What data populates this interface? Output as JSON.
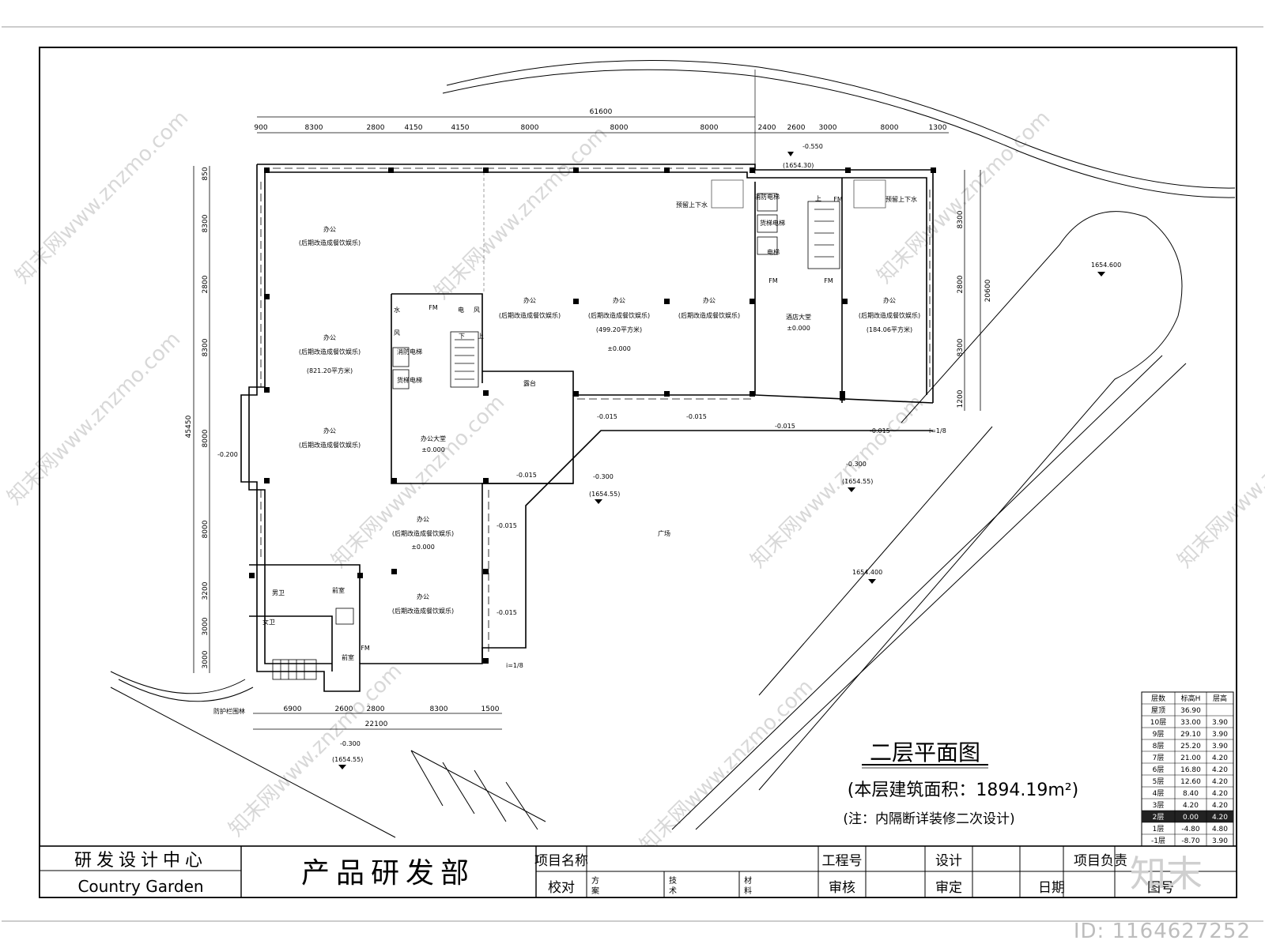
{
  "drawing": {
    "title": "二层平面图",
    "area_note": "(本层建筑面积：1894.19m²)",
    "partition_note": "(注：内隔断详装修二次设计)",
    "id_text": "ID: 1164627252",
    "logo": "知末",
    "watermark": "知末网www.znzmo.com"
  },
  "dimensions": {
    "top_total": "61600",
    "top_segments": [
      "900",
      "8300",
      "2800",
      "4150",
      "4150",
      "8000",
      "8000",
      "8000",
      "2400",
      "2600",
      "3000",
      "8000",
      "1300"
    ],
    "left_total": "45450",
    "left_segments": [
      "850",
      "8300",
      "2800",
      "8300",
      "8000",
      "8000",
      "3200",
      "3000",
      "3000"
    ],
    "right_total": "20600",
    "right_segments": [
      "8300",
      "2800",
      "8300",
      "1200"
    ],
    "bottom_total": "22100",
    "bottom_segments": [
      "6900",
      "2600",
      "2800",
      "8300",
      "1500"
    ]
  },
  "rooms": {
    "office": "办公",
    "future_use": "(后期改造成餐饮娱乐)",
    "area_821": "(821.20平方米)",
    "area_499": "(499.20平方米)",
    "area_184": "(184.06平方米)",
    "office_lobby": "办公大堂",
    "hotel_lobby": "酒店大堂",
    "plaza": "广场",
    "terrace": "露台",
    "mens_wc": "男卫",
    "womens_wc": "女卫",
    "front_room": "前室",
    "fire_elevator": "消防电梯",
    "freight_elevator": "货梯电梯",
    "elevator": "电梯",
    "water": "水",
    "power": "电",
    "wind": "风",
    "fm": "FM",
    "drain": "预留上下水",
    "railing": "防护栏围林",
    "up": "上",
    "down": "下"
  },
  "levels": {
    "zero": "±0.000",
    "m0015": "-0.015",
    "m0300": "-0.300",
    "m0200": "-0.200",
    "m0550": "-0.550",
    "e165430": "(1654.30)",
    "e165455": "(1654.55)",
    "e1654600": "1654.600",
    "e1654400": "1654.400",
    "slope": "i=1/8"
  },
  "level_table": {
    "headers": [
      "层数",
      "标高H",
      "层高"
    ],
    "rows": [
      [
        "屋顶",
        "36.90",
        ""
      ],
      [
        "10层",
        "33.00",
        "3.90"
      ],
      [
        "9层",
        "29.10",
        "3.90"
      ],
      [
        "8层",
        "25.20",
        "3.90"
      ],
      [
        "7层",
        "21.00",
        "4.20"
      ],
      [
        "6层",
        "16.80",
        "4.20"
      ],
      [
        "5层",
        "12.60",
        "4.20"
      ],
      [
        "4层",
        "8.40",
        "4.20"
      ],
      [
        "3层",
        "4.20",
        "4.20"
      ],
      [
        "2层",
        "0.00",
        "4.20"
      ],
      [
        "1层",
        "-4.80",
        "4.80"
      ],
      [
        "-1层",
        "-8.70",
        "3.90"
      ]
    ],
    "highlight_index": 9
  },
  "title_block": {
    "org_cn": "研发设计中心",
    "org_en": "Country Garden",
    "dept": "产品研发部",
    "project_name": "项目名称",
    "project_no": "工程号",
    "design": "设计",
    "project_lead": "项目负责",
    "check": "校对",
    "scheme_1": "方",
    "scheme_2": "案",
    "tech_1": "技",
    "tech_2": "术",
    "mat_1": "材",
    "mat_2": "料",
    "review": "审核",
    "approve": "审定",
    "date": "日期",
    "drawing_no": "图号"
  }
}
